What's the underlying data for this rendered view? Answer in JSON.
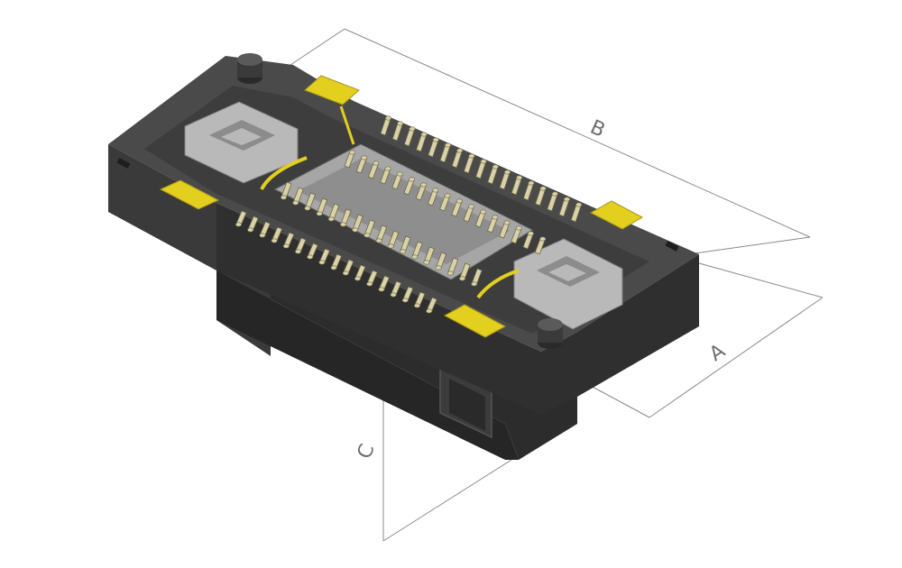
{
  "figure": {
    "dimension_labels": {
      "a": "A",
      "b": "B",
      "c": "C"
    },
    "colors": {
      "body_top": "#4a4a4a",
      "body_side": "#353535",
      "body_front": "#2a2a2a",
      "body_edge": "#1e1e1e",
      "housing_gray": "#b9b9b9",
      "housing_gray_dark": "#8c8c8c",
      "contact_gold": "#e2cf1e",
      "contact_gold_dark": "#a8961a",
      "pin_light": "#d9d2a8",
      "pin_shadow": "#6b6546",
      "dimension_line": "#8a8a8a",
      "background": "#ffffff"
    }
  }
}
